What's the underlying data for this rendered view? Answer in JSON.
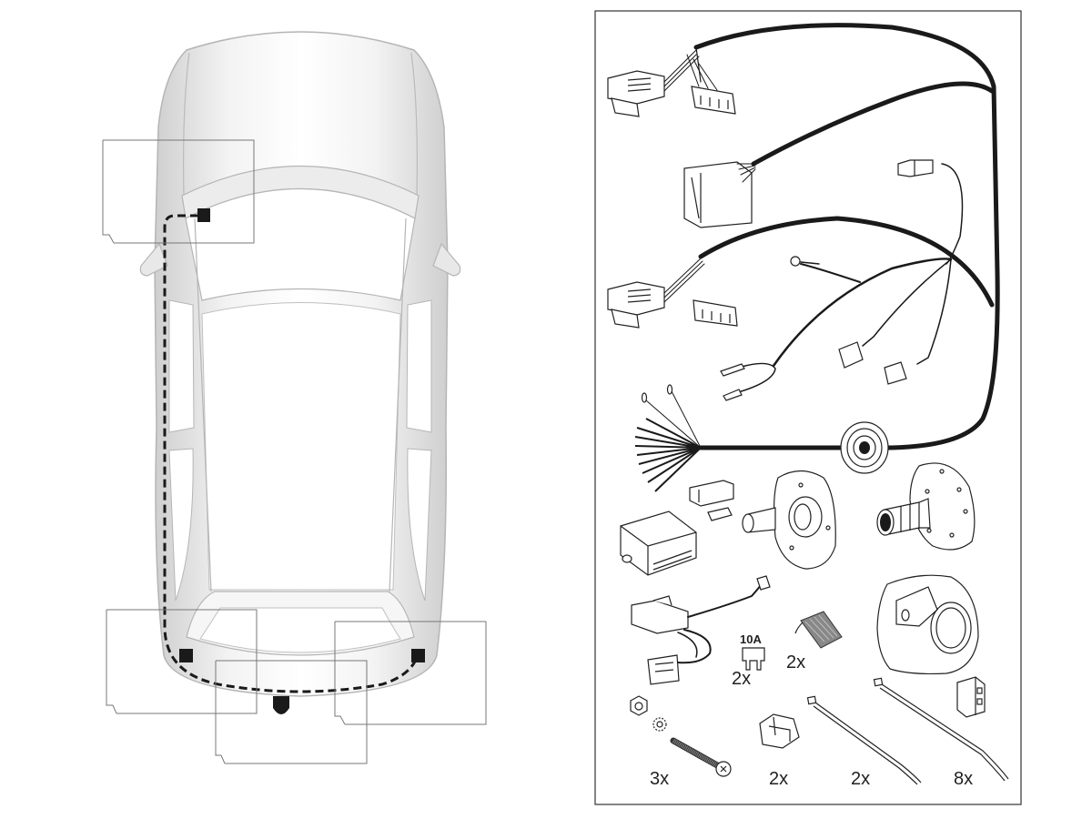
{
  "diagram": {
    "title": "",
    "colors": {
      "car_body": "#d9d9d9",
      "car_outline": "#b5b5b5",
      "cable": "#1a1a1a",
      "callout_frame": "#777777",
      "panel_border": "#333333"
    },
    "vehicle_view": {
      "view": "top view of vehicle",
      "route": "dashed cable route from front-left dashboard down left side along rear bumper",
      "mount_points": [
        {
          "id": "front-left-connection",
          "location": "dashboard left"
        },
        {
          "id": "rear-left-connection",
          "location": "rear left light"
        },
        {
          "id": "rear-right-connection",
          "location": "rear right light"
        },
        {
          "id": "tow-socket",
          "location": "rear center"
        }
      ],
      "callout_boxes": 4
    },
    "kit_contents": {
      "items": [
        {
          "name": "Main wiring harness with vehicle connectors",
          "quantity_label": ""
        },
        {
          "name": "Rubber grommet",
          "quantity_label": ""
        },
        {
          "name": "Connector plug",
          "quantity_label": ""
        },
        {
          "name": "Control module",
          "quantity_label": ""
        },
        {
          "name": "Socket mounting plate",
          "quantity_label": ""
        },
        {
          "name": "Socket seal / gasket",
          "quantity_label": ""
        },
        {
          "name": "Adapter lead",
          "quantity_label": ""
        },
        {
          "name": "Fuse",
          "rating": "10A",
          "quantity_label": "2x"
        },
        {
          "name": "Adhesive tape pad",
          "quantity_label": "2x"
        },
        {
          "name": "13-pin tow socket",
          "quantity_label": ""
        },
        {
          "name": "Nut, washer and bolt",
          "quantity_label": "3x"
        },
        {
          "name": "Cable clip",
          "quantity_label": "2x"
        },
        {
          "name": "Short cable tie",
          "quantity_label": "2x"
        },
        {
          "name": "Long cable tie",
          "quantity_label": "8x"
        },
        {
          "name": "Relay connector block",
          "quantity_label": ""
        }
      ]
    }
  }
}
